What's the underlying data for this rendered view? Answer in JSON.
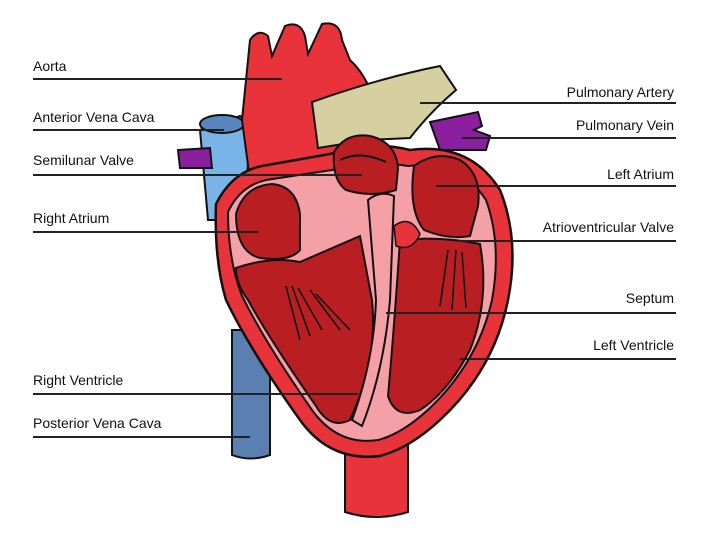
{
  "diagram": {
    "labels": {
      "aorta": "Aorta",
      "anterior_vena_cava": "Anterior Vena Cava",
      "semilunar_valve": "Semilunar Valve",
      "right_atrium": "Right Atrium",
      "right_ventricle": "Right Ventricle",
      "posterior_vena_cava": "Posterior Vena Cava",
      "pulmonary_artery": "Pulmonary Artery",
      "pulmonary_vein": "Pulmonary Vein",
      "left_atrium": "Left Atrium",
      "atrioventricular_valve": "Atrioventricular Valve",
      "septum": "Septum",
      "left_ventricle": "Left Ventricle"
    },
    "colors": {
      "heart_outer": "#e8333a",
      "heart_chamber": "#b81e22",
      "heart_lining": "#f4a0a6",
      "vena_cava": "#7ab4e6",
      "vena_cava_dark": "#5a7fb0",
      "pulmonary_artery": "#d6cfa0",
      "pulmonary_vein": "#8a1fa0",
      "outline": "#111111"
    }
  }
}
